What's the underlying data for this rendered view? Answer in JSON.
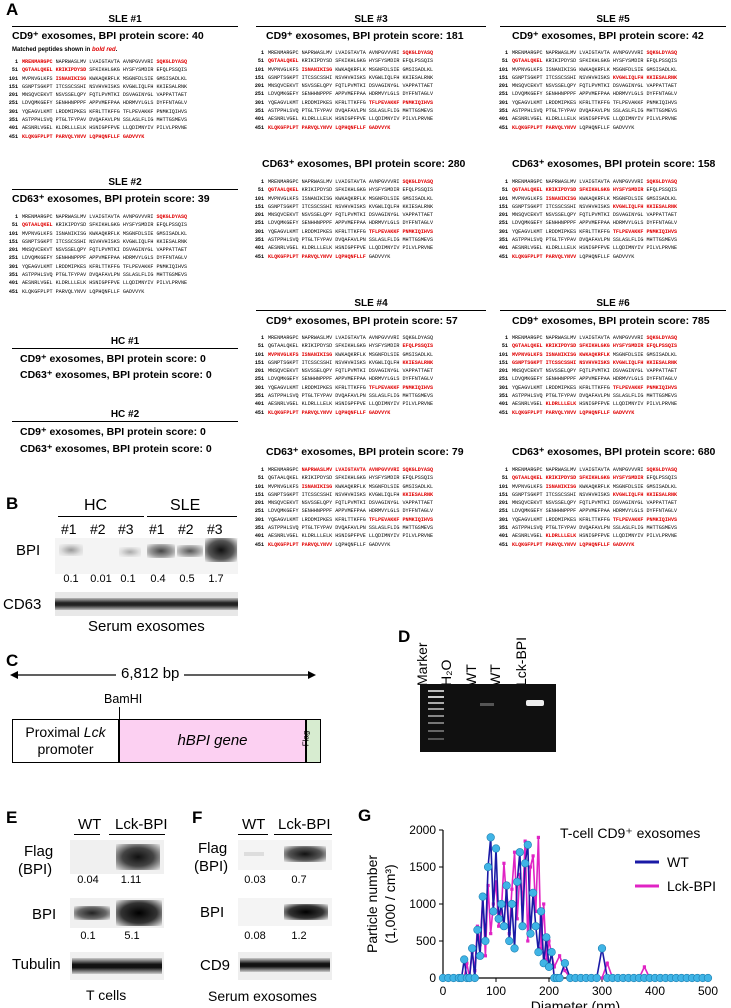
{
  "panels": {
    "A": "A",
    "B": "B",
    "C": "C",
    "D": "D",
    "E": "E",
    "F": "F",
    "G": "G"
  },
  "a": {
    "matched_note_prefix": "Matched peptides shown in ",
    "matched_note_emph": "bold red",
    "matched_note_suffix": ".",
    "blocks": [
      {
        "id": "sle1",
        "header": "SLE #1",
        "score_label": "CD9⁺ exosomes, BPI protein score: 40"
      },
      {
        "id": "sle2",
        "header": "SLE #2",
        "score_label": "CD63⁺ exosomes, BPI protein score: 39"
      },
      {
        "id": "sle3",
        "header": "SLE #3",
        "score_label": "CD9⁺ exosomes, BPI protein score: 181",
        "score_label2": "CD63⁺ exosomes, BPI protein score: 280"
      },
      {
        "id": "sle5",
        "header": "SLE #5",
        "score_label": "CD9⁺ exosomes, BPI protein score: 42",
        "score_label2": "CD63⁺ exosomes, BPI protein score: 158"
      },
      {
        "id": "sle4",
        "header": "SLE #4",
        "score_label": "CD9⁺ exosomes, BPI protein score: 57",
        "score_label2": "CD63⁺ exosomes, BPI protein score: 79"
      },
      {
        "id": "sle6",
        "header": "SLE #6",
        "score_label": "CD9⁺ exosomes, BPI protein score: 785",
        "score_label2": "CD63⁺ exosomes, BPI protein score: 680"
      }
    ],
    "hc1": {
      "header": "HC #1",
      "line1": "CD9⁺ exosomes, BPI protein score: 0",
      "line2": "CD63⁺ exosomes, BPI protein score: 0"
    },
    "hc2": {
      "header": "HC #2",
      "line1": "CD9⁺ exosomes, BPI protein score: 0",
      "line2": "CD63⁺ exosomes, BPI protein score: 0"
    },
    "sequence": [
      {
        "n": "1",
        "t": "MRENMARGPC NAPRWASLMV LVAIGTAVTA AVNPGVVVRI SQKGLDYASQ"
      },
      {
        "n": "51",
        "t": "QGTAALQKEL KRIKIPDYSD SFKIKHLGKG HYSFYSMDIR EFQLPSSQIS"
      },
      {
        "n": "101",
        "t": "MVPNVGLKFS ISNANIKISG KWKAQKRFLK MSGNFDLSIE GMSISADLKL"
      },
      {
        "n": "151",
        "t": "GSNPTSGKPT ITCSSCSSHI NSVHVHISKS KVGWLIQLFH KKIESALRNK"
      },
      {
        "n": "201",
        "t": "MNSQVCEKVT NSVSSELQPY FQTLPVMTKI DSVAGINYGL VAPPATTAET"
      },
      {
        "n": "251",
        "t": "LDVQMKGEFY SENHHNPPPF APPVMEFPAA HDRMVYLGLS DYFFNTAGLV"
      },
      {
        "n": "301",
        "t": "YQEAGVLKMT LRDDMIPKES KFRLTTKFFG TFLPEVAKKF PNMKIQIHVS"
      },
      {
        "n": "351",
        "t": "ASTPPHLSVQ PTGLTFYPAV DVQAFAVLPN SSLASLFLIG MHTTGSMEVS"
      },
      {
        "n": "401",
        "t": "AESNRLVGEL KLDRLLLELK HSNIGPFPVE LLQDIMNYIV PILVLPRVNE"
      },
      {
        "n": "451",
        "t": "KLQKGFPLPT PARVQLYNVV LQPHQNFLLF GADVVYK"
      }
    ]
  },
  "b": {
    "group_hc": "HC",
    "group_sle": "SLE",
    "lanes": [
      "#1",
      "#2",
      "#3",
      "#1",
      "#2",
      "#3"
    ],
    "row_bpi": "BPI",
    "row_cd63": "CD63",
    "values": [
      "0.1",
      "0.01",
      "0.1",
      "0.4",
      "0.5",
      "1.7"
    ],
    "caption": "Serum exosomes"
  },
  "c": {
    "length": "6,812 bp",
    "site": "BamHI",
    "promoter_line1_a": "Proximal ",
    "promoter_line1_b": "Lck",
    "promoter_line2": "promoter",
    "gene": "hBPI gene",
    "flag": "Flag"
  },
  "d": {
    "lanes": [
      "Marker",
      "H₂O",
      "WT",
      "WT",
      "Lck-BPI"
    ]
  },
  "e": {
    "cols": [
      "WT",
      "Lck-BPI"
    ],
    "row1a": "Flag",
    "row1b": "(BPI)",
    "row2": "BPI",
    "row3": "Tubulin",
    "v1": [
      "0.04",
      "1.11"
    ],
    "v2": [
      "0.1",
      "5.1"
    ],
    "caption": "T cells"
  },
  "f": {
    "cols": [
      "WT",
      "Lck-BPI"
    ],
    "row1a": "Flag",
    "row1b": "(BPI)",
    "row2": "BPI",
    "row3": "CD9",
    "v1": [
      "0.03",
      "0.7"
    ],
    "v2": [
      "0.08",
      "1.2"
    ],
    "caption": "Serum exosomes"
  },
  "chart_data": {
    "type": "line",
    "title": "T-cell CD9⁺ exosomes",
    "xlabel": "Diameter (nm)",
    "ylabel_line1": "Particle number",
    "ylabel_line2": "(1,000 / cm³)",
    "xlim": [
      0,
      500
    ],
    "ylim": [
      0,
      2000
    ],
    "xticks": [
      "0",
      "100",
      "200",
      "300",
      "400",
      "500"
    ],
    "yticks": [
      "0",
      "500",
      "1000",
      "1500",
      "2000"
    ],
    "series": [
      {
        "name": "WT",
        "color": "#1a1aa6",
        "marker_color": "#3fb4e6",
        "x": [
          0,
          10,
          20,
          30,
          35,
          40,
          45,
          50,
          55,
          60,
          65,
          70,
          75,
          80,
          85,
          90,
          95,
          100,
          105,
          110,
          115,
          120,
          125,
          130,
          135,
          140,
          145,
          150,
          155,
          160,
          165,
          170,
          175,
          180,
          185,
          190,
          195,
          200,
          205,
          210,
          215,
          220,
          230,
          240,
          250,
          260,
          270,
          280,
          290,
          300,
          310,
          320,
          330,
          340,
          350,
          360,
          370,
          380,
          390,
          400,
          410,
          420,
          430,
          440,
          450,
          460,
          470,
          480,
          490,
          500
        ],
        "y": [
          0,
          0,
          0,
          0,
          0,
          250,
          0,
          0,
          400,
          0,
          650,
          300,
          1100,
          500,
          1500,
          1900,
          900,
          1750,
          800,
          1000,
          700,
          1250,
          500,
          1000,
          400,
          1300,
          1700,
          700,
          1550,
          1800,
          600,
          1150,
          700,
          350,
          900,
          200,
          550,
          150,
          350,
          0,
          0,
          0,
          200,
          0,
          0,
          0,
          0,
          0,
          0,
          400,
          0,
          0,
          0,
          0,
          0,
          0,
          0,
          0,
          0,
          0,
          0,
          0,
          0,
          0,
          0,
          0,
          0,
          0,
          0,
          0
        ]
      },
      {
        "name": "Lck-BPI",
        "color": "#e024c4",
        "x": [
          0,
          10,
          20,
          30,
          40,
          45,
          50,
          55,
          60,
          65,
          70,
          75,
          80,
          85,
          90,
          95,
          100,
          105,
          110,
          115,
          120,
          125,
          130,
          135,
          140,
          145,
          150,
          155,
          160,
          165,
          170,
          175,
          180,
          185,
          190,
          195,
          200,
          210,
          220,
          230,
          240,
          250,
          260,
          270,
          280,
          290,
          300,
          310,
          320,
          330,
          340,
          350,
          360,
          370,
          380,
          390,
          400,
          410,
          420,
          430,
          440,
          450,
          460,
          470,
          480,
          490,
          500
        ],
        "y": [
          0,
          0,
          0,
          0,
          0,
          200,
          0,
          350,
          100,
          700,
          450,
          1100,
          300,
          1250,
          600,
          1000,
          1300,
          700,
          900,
          1550,
          1050,
          600,
          1200,
          1700,
          800,
          1400,
          1000,
          1850,
          500,
          1500,
          1650,
          900,
          1900,
          400,
          1000,
          250,
          500,
          150,
          300,
          100,
          0,
          0,
          0,
          0,
          0,
          0,
          0,
          200,
          0,
          0,
          0,
          0,
          0,
          0,
          150,
          0,
          0,
          0,
          0,
          0,
          0,
          0,
          0,
          0,
          0,
          0,
          0
        ]
      }
    ],
    "legend_position": "top-right"
  }
}
